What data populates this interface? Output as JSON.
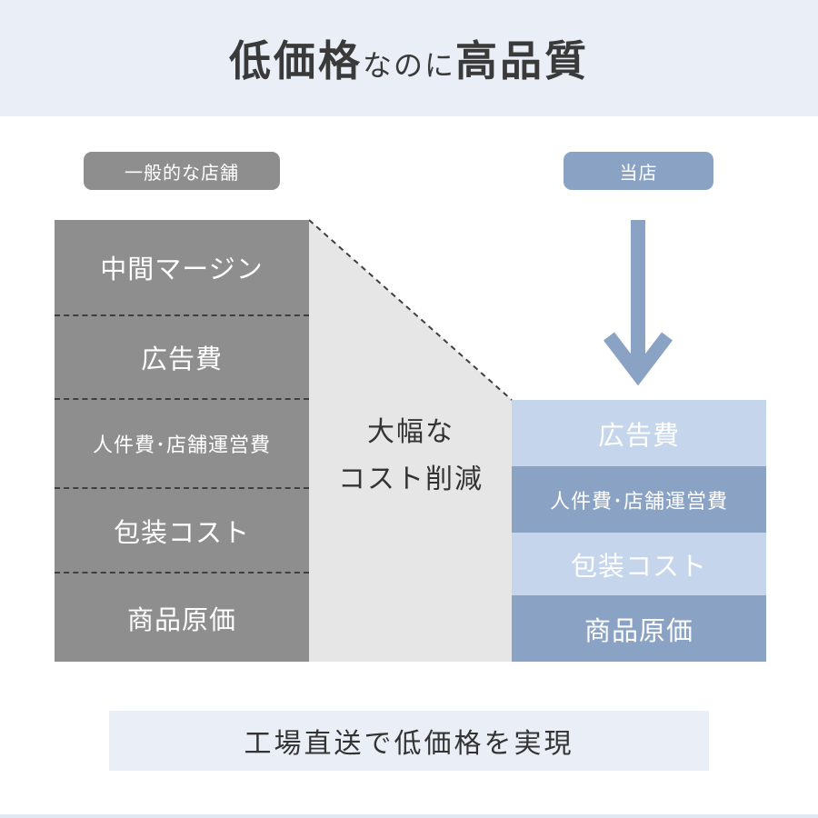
{
  "header": {
    "title_part1": "低価格",
    "title_part2": "なのに",
    "title_part3": "高品質"
  },
  "general_store": {
    "label": "一般的な店舗",
    "rows": [
      "中間マージン",
      "広告費",
      "人件費･店舗運営費",
      "包装コスト",
      "商品原価"
    ]
  },
  "our_store": {
    "label": "当店",
    "rows": [
      "広告費",
      "人件費･店舗運営費",
      "包装コスト",
      "商品原価"
    ]
  },
  "center": {
    "line1": "大幅な",
    "line2": "コスト削減"
  },
  "footer": {
    "text": "工場直送で低価格を実現"
  },
  "colors": {
    "header_bg": "#eaeff7",
    "gray_block": "#8e8e8e",
    "savings_area": "#e6e6e6",
    "blue_light": "#c5d5ec",
    "blue_dark": "#8aa2c4"
  },
  "icons": {
    "arrow": "down-arrow-icon"
  }
}
